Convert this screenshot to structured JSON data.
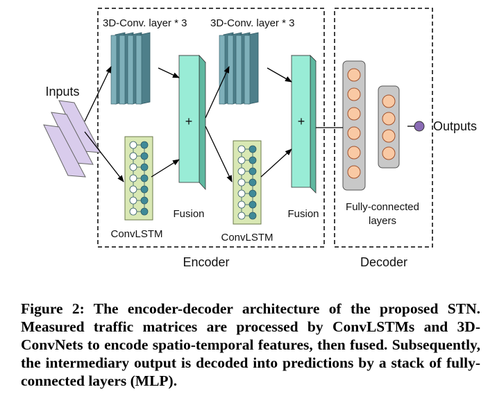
{
  "labels": {
    "inputs": "Inputs",
    "conv_label_1": "3D-Conv. layer * 3",
    "conv_label_2": "3D-Conv. layer * 3",
    "convlstm_1": "ConvLSTM",
    "convlstm_2": "ConvLSTM",
    "fusion_1": "Fusion",
    "fusion_2": "Fusion",
    "plus_symbol": "+",
    "fc_line1": "Fully-connected",
    "fc_line2": "layers",
    "outputs": "Outputs",
    "encoder": "Encoder",
    "decoder": "Decoder"
  },
  "caption": "Figure 2: The encoder-decoder architecture of the proposed STN. Measured traffic matrices are processed by ConvLSTMs and 3D-ConvNets to encode spatio-temporal features, then fused. Subsequently, the intermediary output is decoded into predictions by a stack of fully-connected layers (MLP).",
  "colors": {
    "input_frame": "#d9ccec",
    "conv_block": "#5d8f9a",
    "fusion_block": "#99ecd6",
    "convlstm_bg": "#d9e8b4",
    "convlstm_node": "#3f8a98",
    "fc_bg": "#c8c8c8",
    "fc_node": "#f9c9a4",
    "output_node": "#8a6bb5"
  }
}
